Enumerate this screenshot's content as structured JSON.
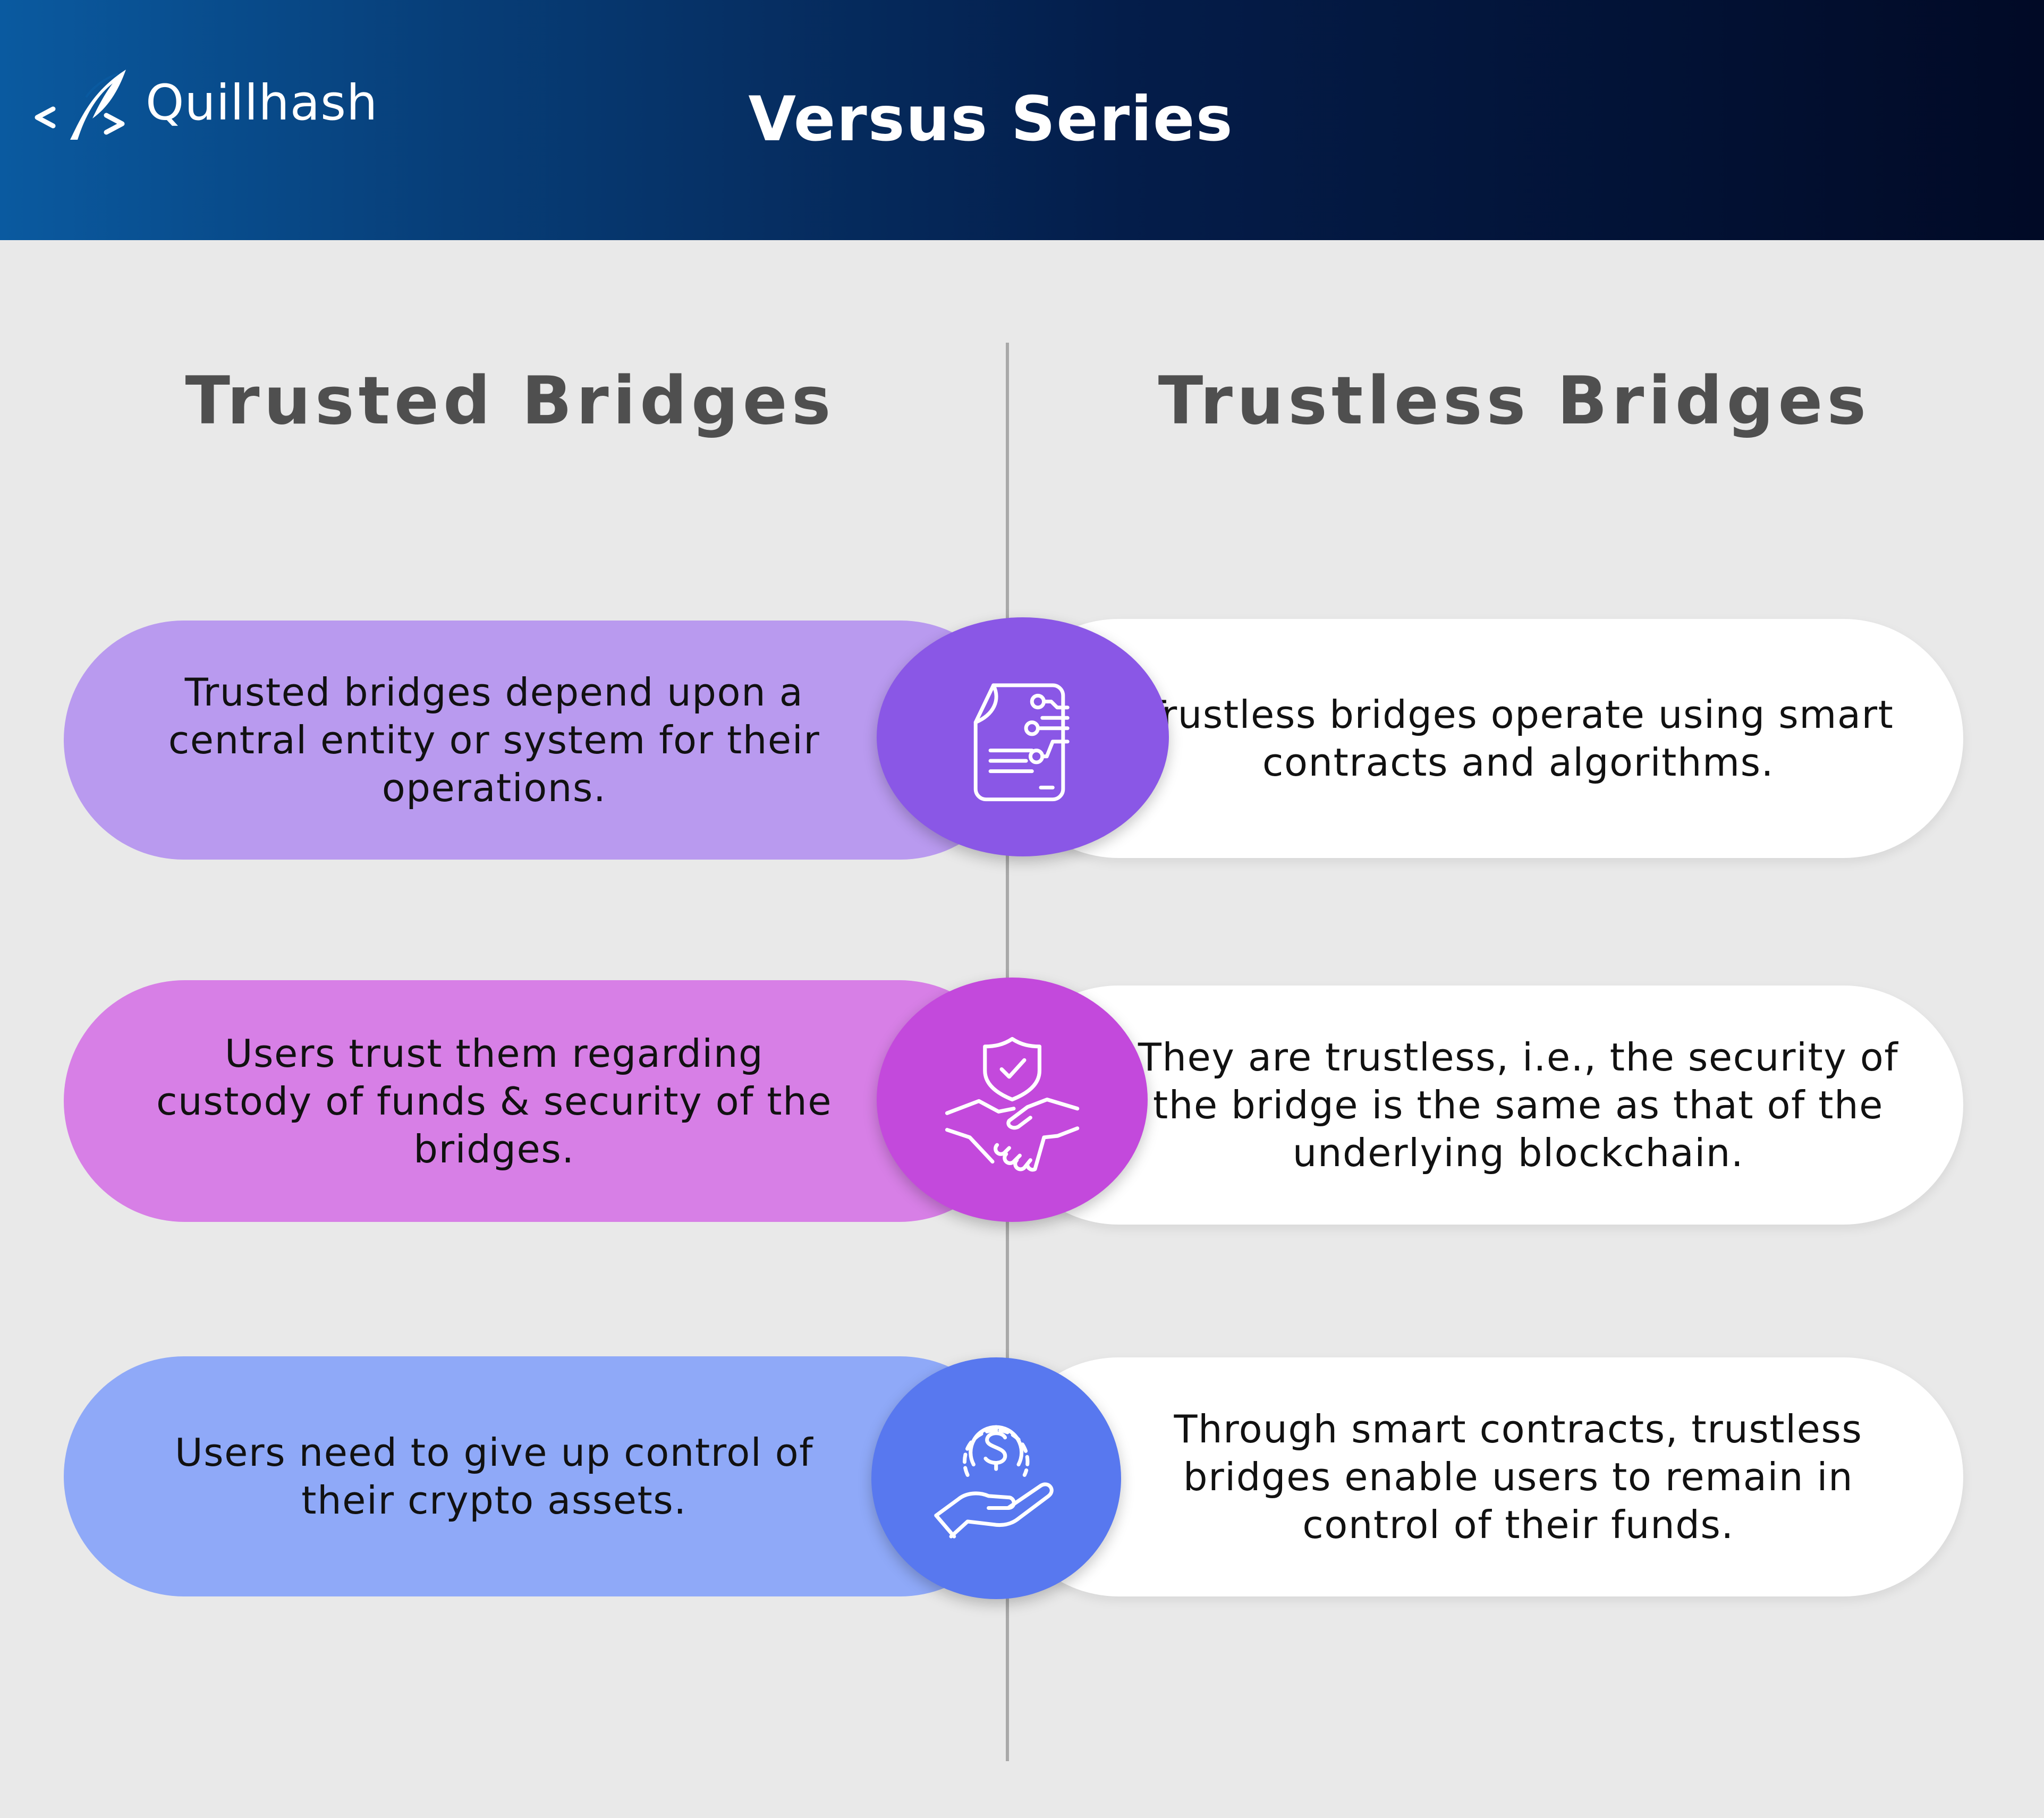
{
  "header": {
    "brand": "Quillhash",
    "title": "Versus Series"
  },
  "columns": {
    "left_title": "Trusted Bridges",
    "right_title": "Trustless Bridges"
  },
  "rows": [
    {
      "left": "Trusted bridges depend upon a central entity or system for their operations.",
      "right": "Trustless bridges operate using smart contracts and algorithms.",
      "icon": "smart-contract-document-icon",
      "left_color": "#b99aef",
      "icon_color": "#8a57e6"
    },
    {
      "left": "Users trust them regarding custody of funds & security of the bridges.",
      "right": "They are trustless, i.e., the security of the bridge is the same as that of the underlying blockchain.",
      "icon": "handshake-shield-icon",
      "left_color": "#d77fe6",
      "icon_color": "#c349dc"
    },
    {
      "left": "Users need to give up control of their crypto assets.",
      "right": "Through smart contracts, trustless bridges enable users to remain in control of their funds.",
      "icon": "hand-coin-icon",
      "left_color": "#8fa9f8",
      "icon_color": "#5878ef"
    }
  ]
}
